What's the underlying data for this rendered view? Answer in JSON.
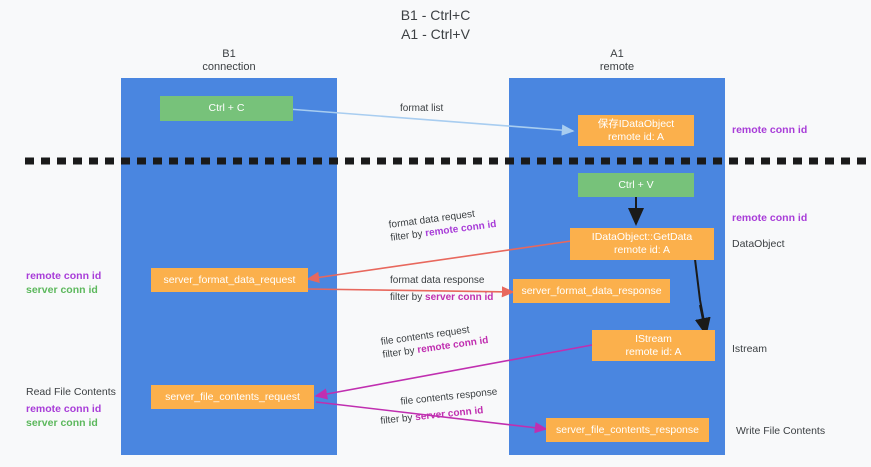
{
  "title": {
    "line1": "B1 - Ctrl+C",
    "line2": "A1 - Ctrl+V"
  },
  "lanes": [
    {
      "id": "b1",
      "name": "B1",
      "role": "connection"
    },
    {
      "id": "a1",
      "name": "A1",
      "role": "remote"
    }
  ],
  "nodes": {
    "ctrl_c": {
      "label": "Ctrl + C",
      "sub": "",
      "color": "#77c27a"
    },
    "save_idataobject": {
      "label": "保存IDataObject",
      "sub": "remote id: A",
      "color": "#fbb04c"
    },
    "ctrl_v": {
      "label": "Ctrl + V",
      "sub": "",
      "color": "#77c27a"
    },
    "idataobject_getdata": {
      "label": "IDataObject::GetData",
      "sub": "remote id: A",
      "color": "#fbb04c"
    },
    "server_format_data_request": {
      "label": "server_format_data_request",
      "sub": "",
      "color": "#fbb04c"
    },
    "server_format_data_response": {
      "label": "server_format_data_response",
      "sub": "",
      "color": "#fbb04c"
    },
    "istream": {
      "label": "IStream",
      "sub": "remote id: A",
      "color": "#fbb04c"
    },
    "server_file_contents_request": {
      "label": "server_file_contents_request",
      "sub": "",
      "color": "#fbb04c"
    },
    "server_file_contents_response": {
      "label": "server_file_contents_response",
      "sub": "",
      "color": "#fbb04c"
    }
  },
  "edge_labels": {
    "format_list": {
      "line1": "format list",
      "line2_prefix": "",
      "line2_key": ""
    },
    "format_data_request": {
      "line1": "format data request",
      "line2_prefix": "filter by ",
      "line2_key": "remote conn id"
    },
    "format_data_response": {
      "line1": "format data response",
      "line2_prefix": "filter by ",
      "line2_key": "server conn id"
    },
    "file_contents_request": {
      "line1": "file contents request",
      "line2_prefix": "filter by ",
      "line2_key": "remote conn id"
    },
    "file_contents_response": {
      "line1": "file contents response",
      "line2_prefix": "filter by ",
      "line2_key": "server conn id"
    }
  },
  "annotations": {
    "left_mid": {
      "remote": "remote conn id",
      "server": "server conn id"
    },
    "left_bottom": {
      "heading": "Read File Contents",
      "remote": "remote conn id",
      "server": "server conn id"
    },
    "right_top": {
      "text": "remote conn id"
    },
    "right_getdata": {
      "text": "remote conn id"
    },
    "right_dataobject": {
      "text": "DataObject"
    },
    "right_istream": {
      "text": "Istream"
    },
    "right_write": {
      "text": "Write File Contents"
    }
  },
  "colors": {
    "lane": "#4a86e0",
    "green": "#77c27a",
    "orange": "#fbb04c",
    "purple": "#a83cd8",
    "green_text": "#5cb85c",
    "magenta": "#c02fb0",
    "red_arrow": "#e8685d",
    "blue_arrow": "#a8cdf0",
    "black": "#1a1a1a",
    "background": "#f8f9fa"
  }
}
